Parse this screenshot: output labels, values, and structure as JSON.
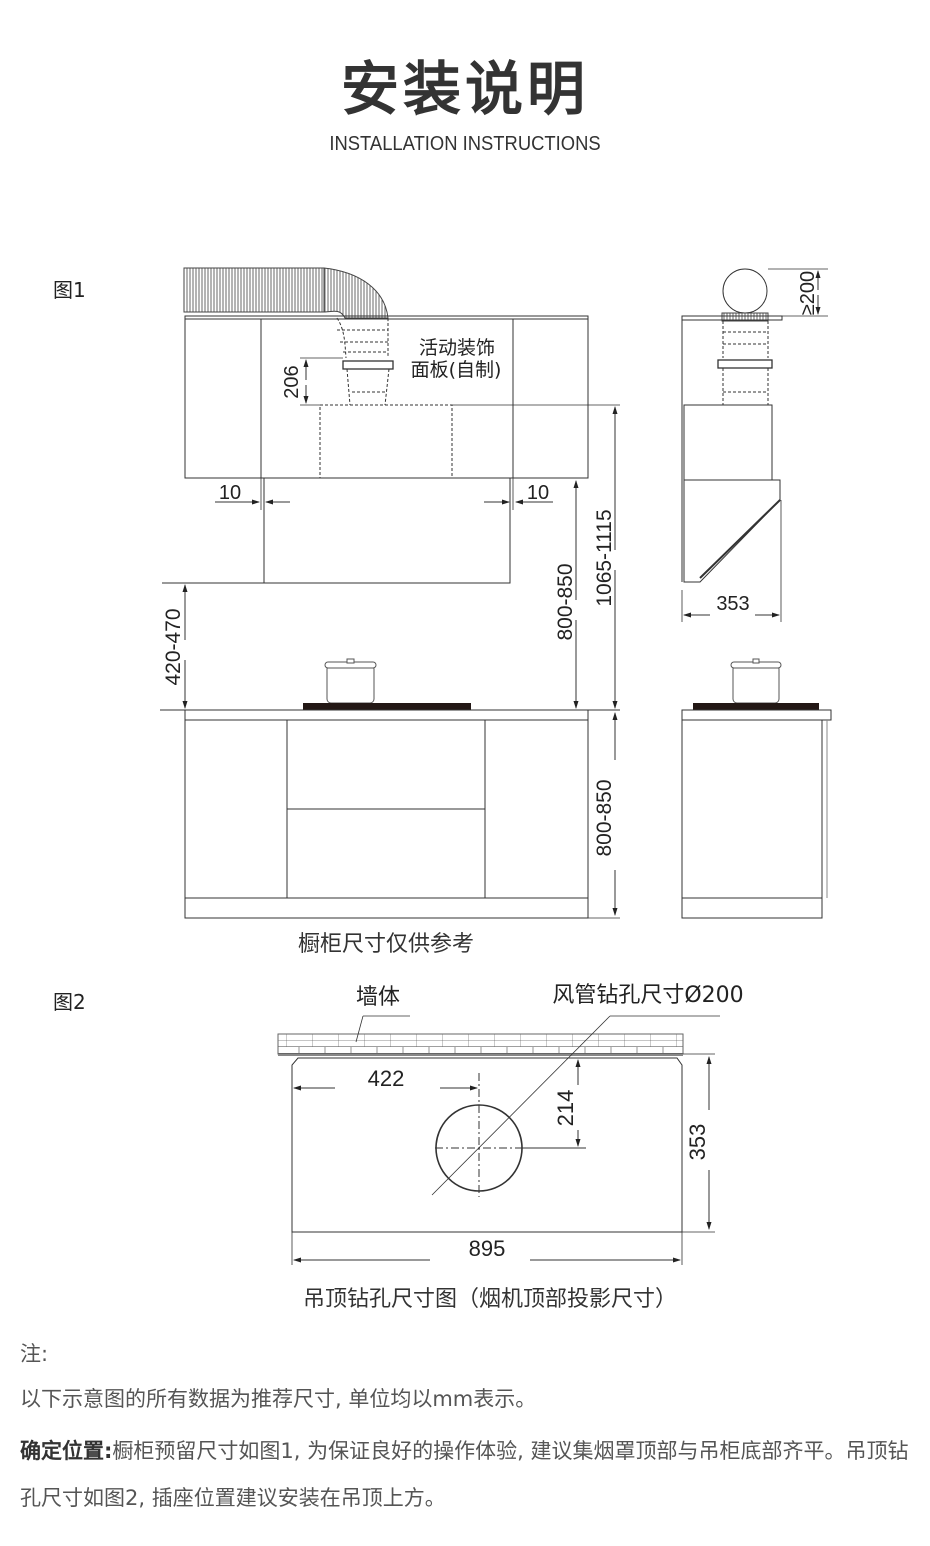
{
  "header": {
    "title": "安装说明",
    "subtitle": "INSTALLATION INSTRUCTIONS"
  },
  "figure1": {
    "label": "图1",
    "annotation_panel_line1": "活动装饰",
    "annotation_panel_line2": "面板(自制)",
    "dim_panel_height": "206",
    "dim_gap_left": "10",
    "dim_gap_right": "10",
    "dim_hood_above_counter": "420-470",
    "dim_hood_top_from_counter": "800-850",
    "dim_cabinet_bottom_from_counter": "1065-1115",
    "dim_base_cabinet_height": "800-850",
    "dim_side_duct_clearance": "≥200",
    "dim_side_depth": "353",
    "caption": "橱柜尺寸仅供参考"
  },
  "figure2": {
    "label": "图2",
    "wall_label": "墙体",
    "hole_label": "风管钻孔尺寸Ø200",
    "dim_center_from_left": "422",
    "dim_center_from_wall": "214",
    "dim_depth": "353",
    "dim_width": "895",
    "caption": "吊顶钻孔尺寸图（烟机顶部投影尺寸）"
  },
  "notes": {
    "heading": "注:",
    "line1": "以下示意图的所有数据为推荐尺寸, 单位均以mm表示。",
    "bold_label": "确定位置:",
    "line2": "橱柜预留尺寸如图1, 为保证良好的操作体验, 建议集烟罩顶部与吊柜底部齐平。吊顶钻孔尺寸如图2, 插座位置建议安装在吊顶上方。"
  },
  "colors": {
    "text": "#333333",
    "line": "#333333",
    "cooktop": "#231815"
  }
}
